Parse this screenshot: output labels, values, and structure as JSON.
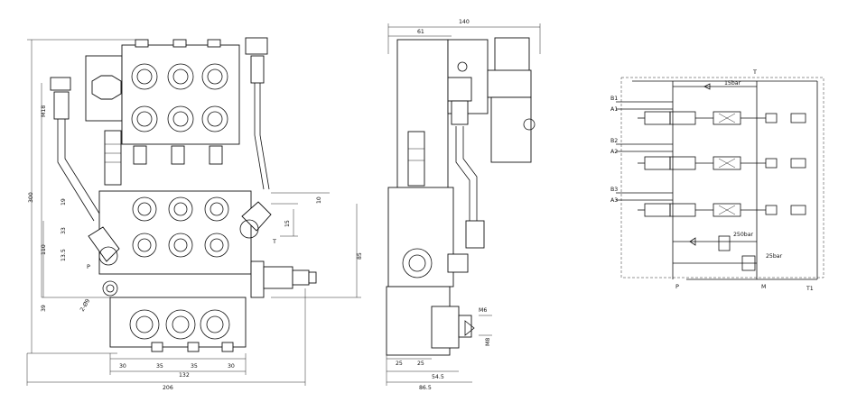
{
  "front_view": {
    "dims_bottom": [
      "30",
      "35",
      "35",
      "30"
    ],
    "dim_132": "132",
    "dim_overall_width": "206",
    "dim_left_height": "300",
    "dim_110": "110",
    "dim_39": "39",
    "dim_10": "10",
    "dim_19": "19",
    "dim_33": "33",
    "dim_13_5": "13.5",
    "dim_m18": "M18",
    "dim_15": "15",
    "dim_85": "85",
    "port_p": "P",
    "port_t": "T",
    "mount_holes": "2-Ø9"
  },
  "side_view": {
    "dim_140": "140",
    "dim_61": "61",
    "dims_bottom_25": [
      "25",
      "25"
    ],
    "dim_54_5": "54.5",
    "dim_86_5": "86.5",
    "dim_m6": "M6",
    "dim_m8": "M8"
  },
  "schematic": {
    "port_t": "T",
    "port_p": "P",
    "port_m": "M",
    "port_t1": "T1",
    "pressure_15": "15bar",
    "pressure_250": "250bar",
    "pressure_25": "25bar",
    "sections": [
      {
        "b_label": "B1",
        "a_label": "A1"
      },
      {
        "b_label": "B2",
        "a_label": "A2"
      },
      {
        "b_label": "B3",
        "a_label": "A3"
      }
    ]
  }
}
